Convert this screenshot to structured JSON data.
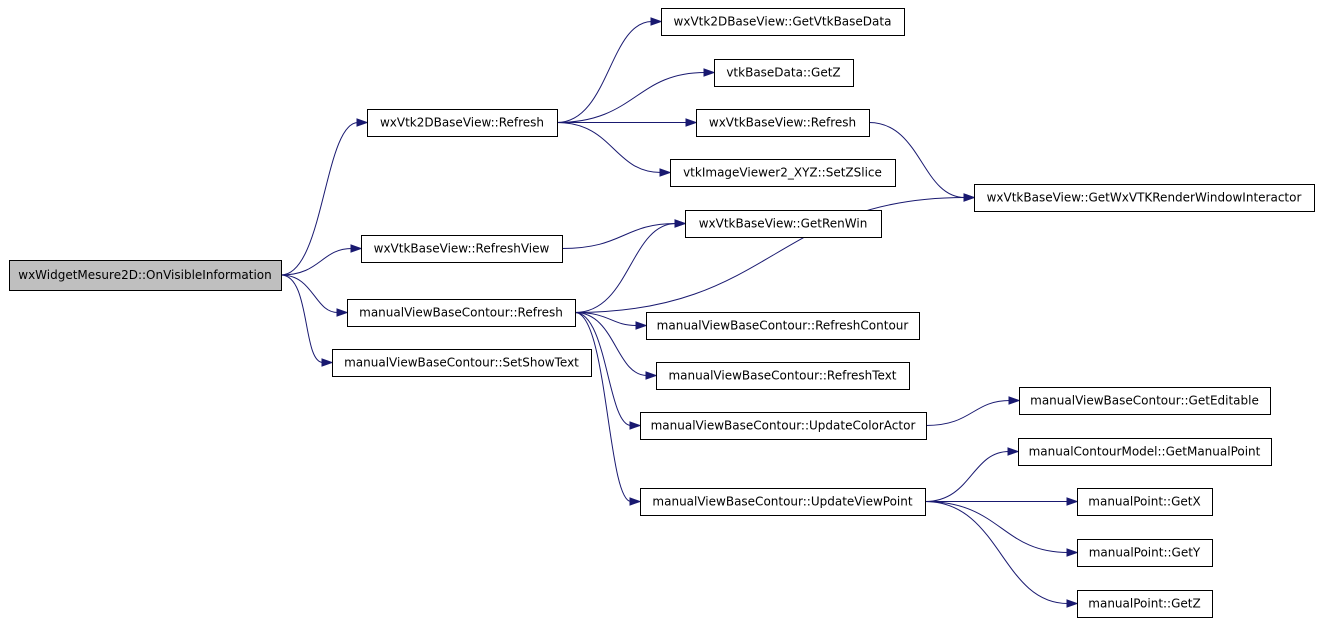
{
  "root": "wxWidgetMesure2D::OnVisibleInformation",
  "nodes": {
    "root": "wxWidgetMesure2D::OnVisibleInformation",
    "wx2dRefresh": "wxVtk2DBaseView::Refresh",
    "refreshView": "wxVtkBaseView::RefreshView",
    "mvbcRefresh": "manualViewBaseContour::Refresh",
    "setShowText": "manualViewBaseContour::SetShowText",
    "getVtkBaseData": "wxVtk2DBaseView::GetVtkBaseData",
    "vtkGetZ": "vtkBaseData::GetZ",
    "wxVtkRefresh": "wxVtkBaseView::Refresh",
    "setZSlice": "vtkImageViewer2_XYZ::SetZSlice",
    "getRenWin": "wxVtkBaseView::GetRenWin",
    "getInteractor": "wxVtkBaseView::GetWxVTKRenderWindowInteractor",
    "refreshContour": "manualViewBaseContour::RefreshContour",
    "refreshText": "manualViewBaseContour::RefreshText",
    "updateColorActor": "manualViewBaseContour::UpdateColorActor",
    "getEditable": "manualViewBaseContour::GetEditable",
    "updateViewPoint": "manualViewBaseContour::UpdateViewPoint",
    "getManualPoint": "manualContourModel::GetManualPoint",
    "getX": "manualPoint::GetX",
    "getY": "manualPoint::GetY",
    "getZ": "manualPoint::GetZ"
  },
  "edges": [
    [
      "root",
      "wx2dRefresh"
    ],
    [
      "root",
      "refreshView"
    ],
    [
      "root",
      "mvbcRefresh"
    ],
    [
      "root",
      "setShowText"
    ],
    [
      "wx2dRefresh",
      "getVtkBaseData"
    ],
    [
      "wx2dRefresh",
      "vtkGetZ"
    ],
    [
      "wx2dRefresh",
      "wxVtkRefresh"
    ],
    [
      "wx2dRefresh",
      "setZSlice"
    ],
    [
      "wxVtkRefresh",
      "getInteractor"
    ],
    [
      "refreshView",
      "getRenWin"
    ],
    [
      "mvbcRefresh",
      "getRenWin"
    ],
    [
      "mvbcRefresh",
      "getInteractor"
    ],
    [
      "mvbcRefresh",
      "refreshContour"
    ],
    [
      "mvbcRefresh",
      "refreshText"
    ],
    [
      "mvbcRefresh",
      "updateColorActor"
    ],
    [
      "mvbcRefresh",
      "updateViewPoint"
    ],
    [
      "updateColorActor",
      "getEditable"
    ],
    [
      "updateViewPoint",
      "getManualPoint"
    ],
    [
      "updateViewPoint",
      "getX"
    ],
    [
      "updateViewPoint",
      "getY"
    ],
    [
      "updateViewPoint",
      "getZ"
    ]
  ],
  "colors": {
    "edge": "#191970",
    "root_fill": "#bfbfbf",
    "node_fill": "#ffffff",
    "node_border": "#000000"
  }
}
